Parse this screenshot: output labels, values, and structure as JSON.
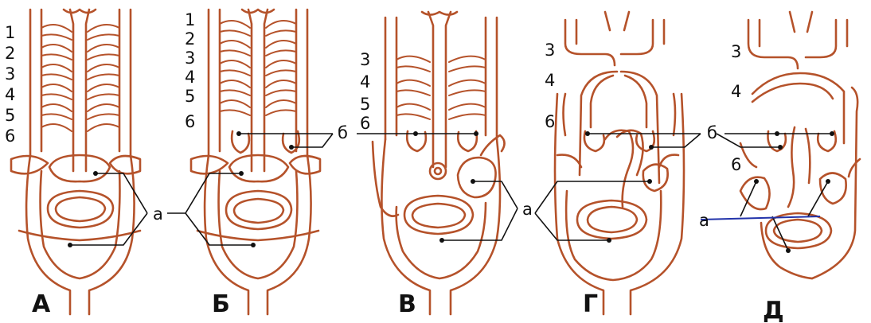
{
  "panels": [
    {
      "caption": "А",
      "arch_numbers": [
        "1",
        "2",
        "3",
        "4",
        "5",
        "6"
      ]
    },
    {
      "caption": "Б",
      "arch_numbers": [
        "1",
        "2",
        "3",
        "4",
        "5",
        "6"
      ]
    },
    {
      "caption": "В",
      "arch_numbers": [
        "3",
        "4",
        "5",
        "6"
      ]
    },
    {
      "caption": "Г",
      "arch_numbers": [
        "3",
        "4",
        "6"
      ]
    },
    {
      "caption": "Д",
      "arch_numbers": [
        "3",
        "4",
        "6"
      ]
    }
  ],
  "labels": {
    "a": "а",
    "b": "б",
    "d_extra_b": "б",
    "d_extra_a": "а"
  },
  "colors": {
    "vessel": "#b5522a",
    "pointer": "#111111",
    "blue_line": "#2233aa"
  }
}
